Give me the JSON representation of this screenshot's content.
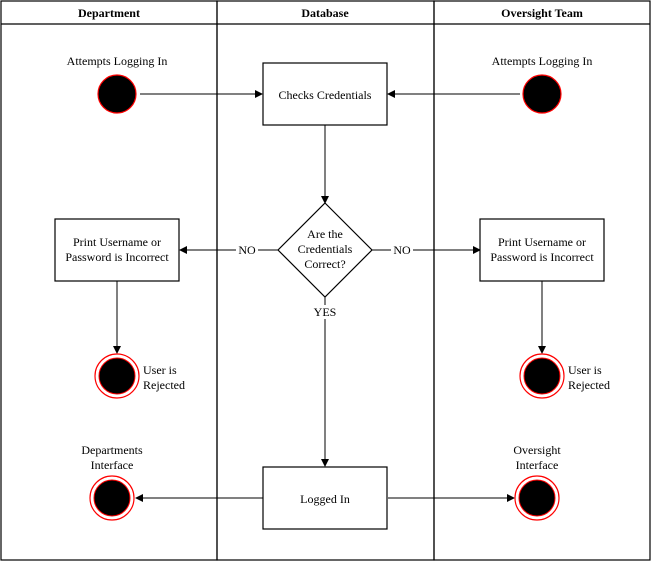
{
  "lanes": [
    {
      "title": "Department"
    },
    {
      "title": "Database"
    },
    {
      "title": "Oversight Team"
    }
  ],
  "nodes": {
    "dept_start_label": "Attempts Logging In",
    "oversight_start_label": "Attempts Logging In",
    "check_credentials": "Checks Credentials",
    "decision": [
      "Are the",
      "Credentials",
      "Correct?"
    ],
    "dept_print": [
      "Print Username or",
      "Password is Incorrect"
    ],
    "oversight_print": [
      "Print Username or",
      "Password is Incorrect"
    ],
    "dept_rejected": [
      "User is",
      "Rejected"
    ],
    "oversight_rejected": [
      "User is",
      "Rejected"
    ],
    "logged_in": "Logged In",
    "dept_interface": [
      "Departments",
      "Interface"
    ],
    "oversight_interface": [
      "Oversight",
      "Interface"
    ]
  },
  "edges": {
    "no_left": "NO",
    "no_right": "NO",
    "yes": "YES"
  },
  "colors": {
    "node_fill": "#000000",
    "node_ring": "#ff0000",
    "line": "#000000"
  }
}
